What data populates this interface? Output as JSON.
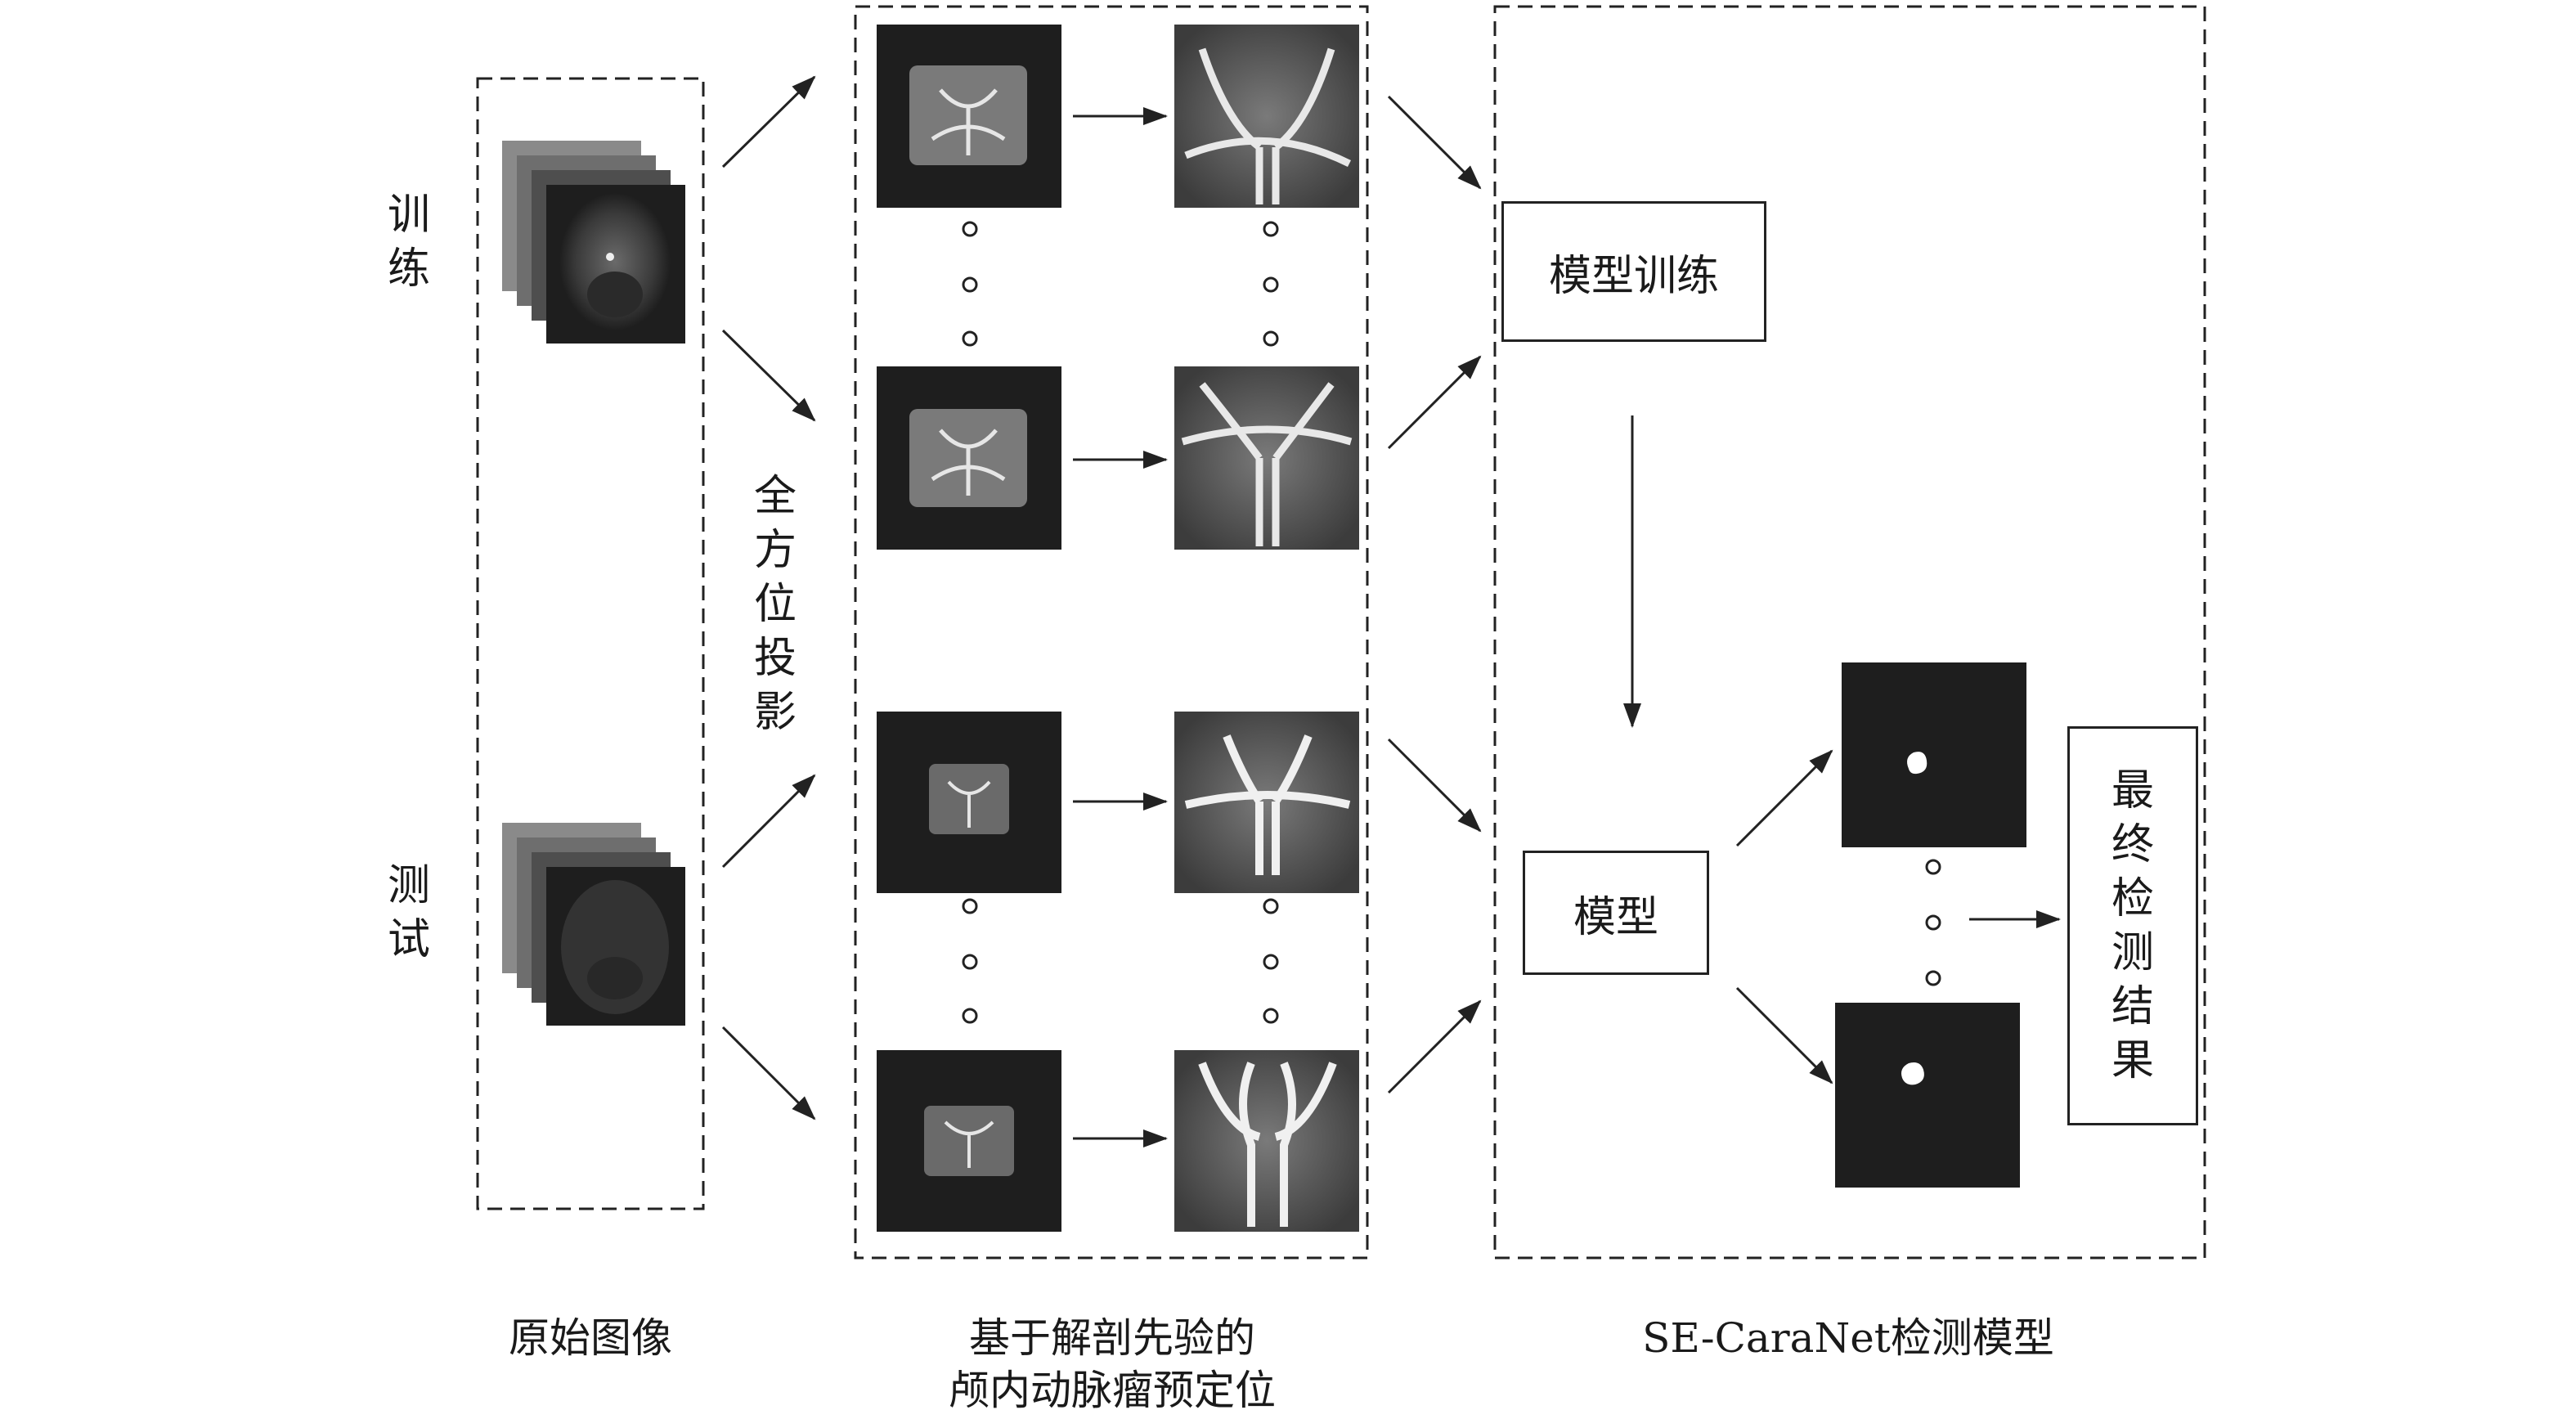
{
  "left": {
    "train_label": "训练",
    "test_label": "测试",
    "caption": "原始图像"
  },
  "projection_label": "全方位投影",
  "middle": {
    "caption_line1": "基于解剖先验的",
    "caption_line2": "颅内动脉瘤预定位"
  },
  "right": {
    "training_box": "模型训练",
    "model_box": "模型",
    "result_box": "最终检测结果",
    "caption": "SE-CaraNet检测模型"
  },
  "colors": {
    "line": "#222222",
    "dark_image": "#1e1e1e",
    "stack_gray": "#7a7a7a"
  }
}
